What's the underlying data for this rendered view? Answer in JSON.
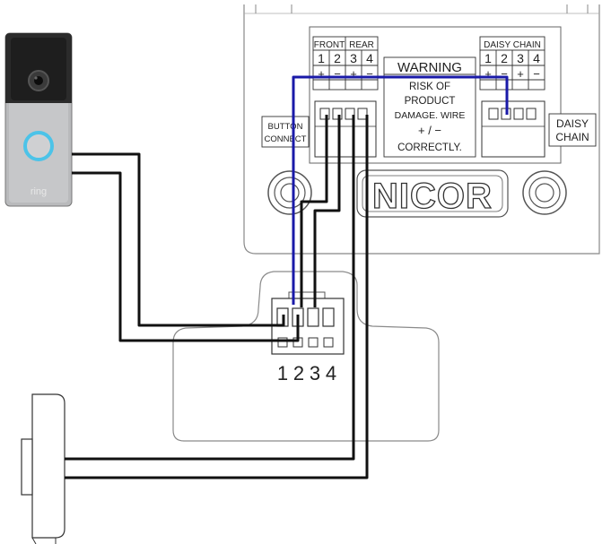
{
  "panel": {
    "front_label": "FRONT",
    "rear_label": "REAR",
    "daisy_chain_header": "DAISY CHAIN",
    "numbers": [
      "1",
      "2",
      "3",
      "4"
    ],
    "polarity": [
      "+",
      "−",
      "+",
      "−"
    ],
    "warning_title": "WARNING",
    "warning_lines": [
      "RISK  OF",
      "PRODUCT",
      "DAMAGE. WIRE",
      "+ / −",
      "CORRECTLY."
    ],
    "button_connect_lines": [
      "BUTTON",
      "CONNECT"
    ],
    "daisy_chain_side_lines": [
      "DAISY",
      "CHAIN"
    ],
    "brand_logo": "NICOR"
  },
  "doorbell": {
    "brand": "ring"
  },
  "connector": {
    "numbers": [
      "1",
      "2",
      "3",
      "4"
    ]
  },
  "colors": {
    "wire_black": "#111111",
    "wire_blue": "#1a1aa8",
    "outline": "#555555",
    "doorbell_dark": "#2b2b2b",
    "doorbell_silver": "#b9babc",
    "doorbell_ring_glow": "#4cc3e8"
  }
}
